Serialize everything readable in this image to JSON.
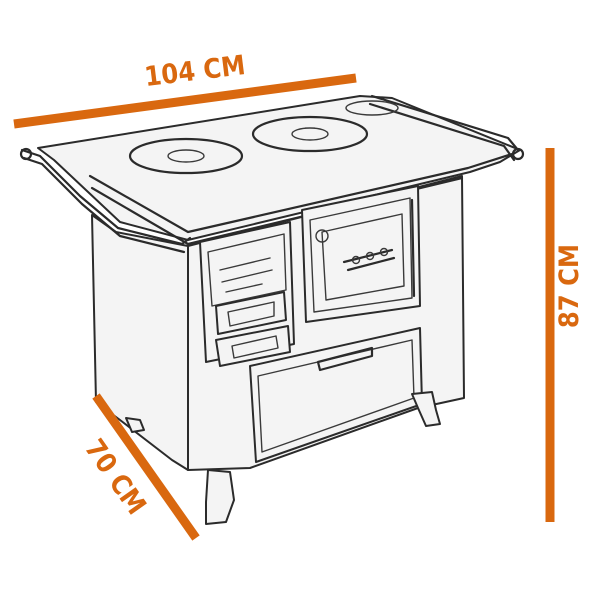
{
  "accent_color": "#d9680f",
  "ink_color": "#2b2b2b",
  "dimensions": {
    "width": "104 CM",
    "depth": "70 CM",
    "height": "87 CM"
  },
  "icons": {
    "product": "wood-stove-icon"
  }
}
